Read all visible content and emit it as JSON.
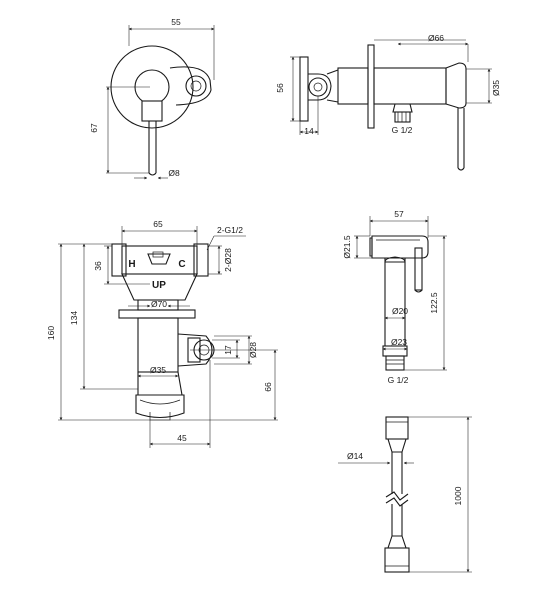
{
  "views": {
    "front_top": {
      "dims": {
        "width": "55",
        "height": "67",
        "pipe": "Ø8"
      }
    },
    "side_top": {
      "dims": {
        "body_dia": "Ø66",
        "height": "56",
        "depth": "14",
        "outlet_dia": "Ø35",
        "thread": "G 1/2"
      }
    },
    "valve_body": {
      "marks": {
        "hot": "H",
        "cold": "C",
        "up": "UP"
      },
      "dims": {
        "total_height": "160",
        "upper_height": "134",
        "lower_height": "66",
        "plate_width": "65",
        "plate_height": "36",
        "threads": "2-G1/2",
        "holes": "2-Ø28",
        "flange_dia": "Ø70",
        "body_dia": "Ø35",
        "holder_offset": "17",
        "holder_dia": "Ø28",
        "base_width": "45"
      }
    },
    "shower_head": {
      "dims": {
        "length": "57",
        "nozzle_dia": "Ø21.5",
        "height": "122.5",
        "grip_dia": "Ø20",
        "collar_dia": "Ø23",
        "thread": "G 1/2"
      }
    },
    "hose": {
      "dims": {
        "dia": "Ø14",
        "length": "1000"
      }
    }
  }
}
